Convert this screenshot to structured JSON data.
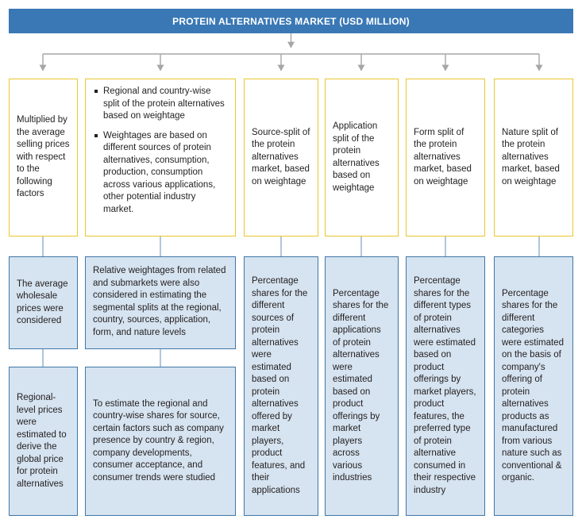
{
  "title": "PROTEIN ALTERNATIVES MARKET (USD MILLION)",
  "colors": {
    "title_bar": "#3a78b5",
    "yellow_border": "#e8c72e",
    "blue_fill": "#d6e3f0",
    "blue_border": "#3f77a8",
    "connector": "#a6a6a6",
    "text": "#221f1f"
  },
  "columns": [
    {
      "key": "price",
      "row1": "Multiplied by the average selling prices with respect to the following factors",
      "row2": "The average wholesale prices were considered",
      "row3": "Regional-level prices were estimated to derive the global price for protein alternatives"
    },
    {
      "key": "regional",
      "row1_bullets": [
        "Regional and country-wise split of the protein alternatives based on weightage",
        "Weightages are based on different sources of protein alternatives, consumption, production, consumption across various applications, other potential industry market."
      ],
      "row2": "Relative weightages from related and submarkets were also considered in estimating the segmental splits at the regional, country, sources, application, form, and nature levels",
      "row3": "To estimate the regional and country-wise shares for source, certain factors such as company presence by country &  region, company developments, consumer acceptance, and consumer trends were studied"
    },
    {
      "key": "source",
      "row1": "Source-split of the protein alternatives market, based on weightage",
      "row2": "Percentage shares for the different sources of protein alternatives were estimated based on protein alternatives offered by market players, product features, and their applications"
    },
    {
      "key": "application",
      "row1": "Application split of the protein alternatives based on weightage",
      "row2": "Percentage shares for the different applications of protein alternatives were estimated based on product offerings by market players across various industries"
    },
    {
      "key": "form",
      "row1": "Form split of the protein alternatives market, based on weightage",
      "row2": "Percentage shares for the different types of protein alternatives were estimated based on product offerings by market players, product features, the preferred type of protein alternative consumed in their respective industry"
    },
    {
      "key": "nature",
      "row1": "Nature split of the protein alternatives market, based on weightage",
      "row2": "Percentage shares for the different categories were estimated on the basis of company's offering of protein alternatives products as manufactured from various nature such as conventional & organic."
    }
  ]
}
